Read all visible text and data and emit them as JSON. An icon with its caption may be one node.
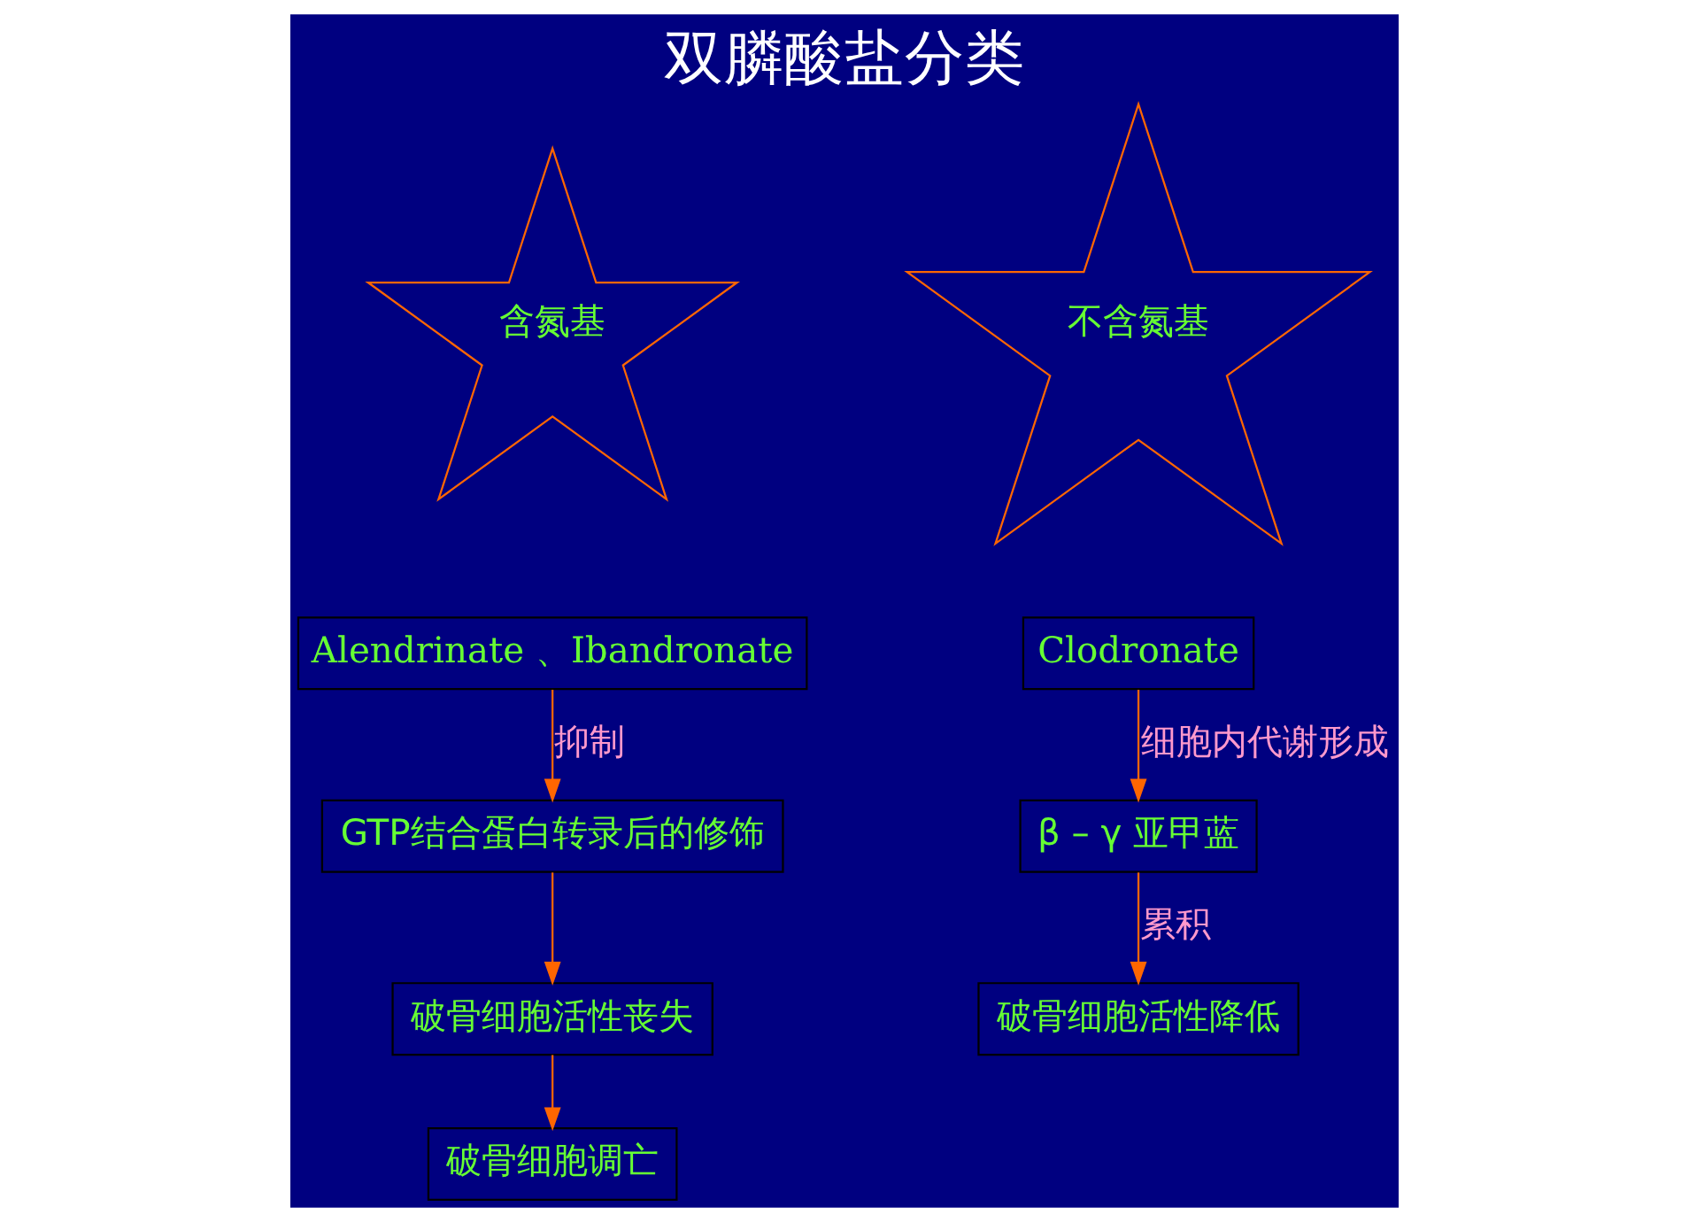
{
  "diagram": {
    "title": "双膦酸盐分类",
    "nodes": [
      {
        "text": [
          "含氮基"
        ]
      },
      {
        "text": [
          "Alendrinate 、Ibandronate"
        ]
      },
      {
        "text": [
          "GTP结合蛋白转录后的修饰"
        ]
      },
      {
        "text": [
          "破骨细胞活性丧失"
        ]
      },
      {
        "text": [
          "破骨细胞调亡"
        ]
      },
      {
        "text": [
          "不含氮基"
        ]
      },
      {
        "text": [
          "Clodronate"
        ]
      },
      {
        "text": [
          "β – γ 亚甲蓝"
        ]
      },
      {
        "text": [
          "破骨细胞活性降低"
        ]
      }
    ],
    "edges": [
      {
        "from": 1,
        "to": 2,
        "arrow": "to",
        "label": "抑制"
      },
      {
        "from": 2,
        "to": 3,
        "arrow": "to"
      },
      {
        "from": 3,
        "to": 4,
        "arrow": "to"
      },
      {
        "from": 6,
        "to": 7,
        "arrow": "to",
        "label": "细胞内代谢形成"
      },
      {
        "from": 7,
        "to": 8,
        "arrow": "to",
        "label": "累积"
      }
    ]
  }
}
